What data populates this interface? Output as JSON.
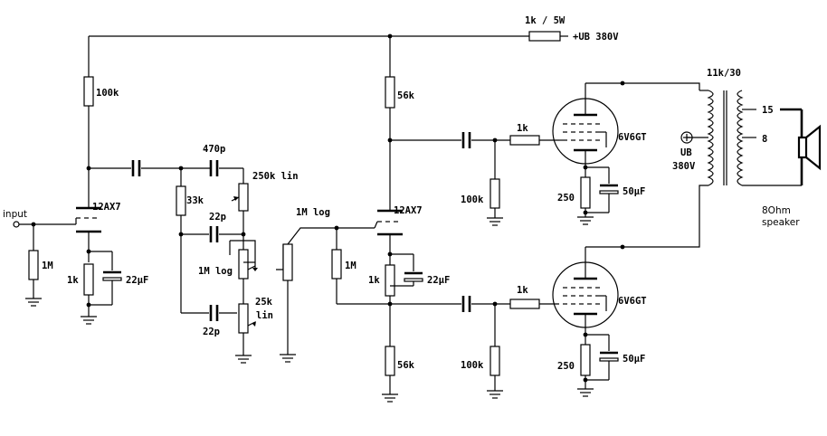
{
  "labels": {
    "input": "input",
    "r_plate1": "100k",
    "tube1": "12AX7",
    "r_grid1": "1M",
    "r_cath1": "1k",
    "c_cath1": "22μF",
    "c_tone_hi": "470p",
    "r_tone": "33k",
    "pot_treble": "250k lin",
    "c_tone_mid": "22p",
    "pot_mid": "1M log",
    "c_tone_lo": "22p",
    "pot_bass": "25k lin",
    "pot_volume": "1M log",
    "r_grid2": "1M",
    "tube2": "12AX7",
    "r_plate2": "56k",
    "r_cath2": "1k",
    "c_cath2": "22μF",
    "r_load2": "56k",
    "r_grid_top": "100k",
    "r_grid_bot": "100k",
    "r_stop_top": "1k",
    "r_stop_bot": "1k",
    "power_tube_top": "6V6GT",
    "power_tube_bot": "6V6GT",
    "r_cath_top": "250",
    "c_cath_top": "50μF",
    "r_cath_bot": "250",
    "c_cath_bot": "50μF",
    "r_supply": "1k / 5W",
    "supply": "+UB 380V",
    "ub_label": "UB",
    "ub_voltage": "380V",
    "transformer": "11k/30",
    "tap_15": "15",
    "tap_8": "8",
    "speaker_1": "8Ohm",
    "speaker_2": "speaker"
  }
}
